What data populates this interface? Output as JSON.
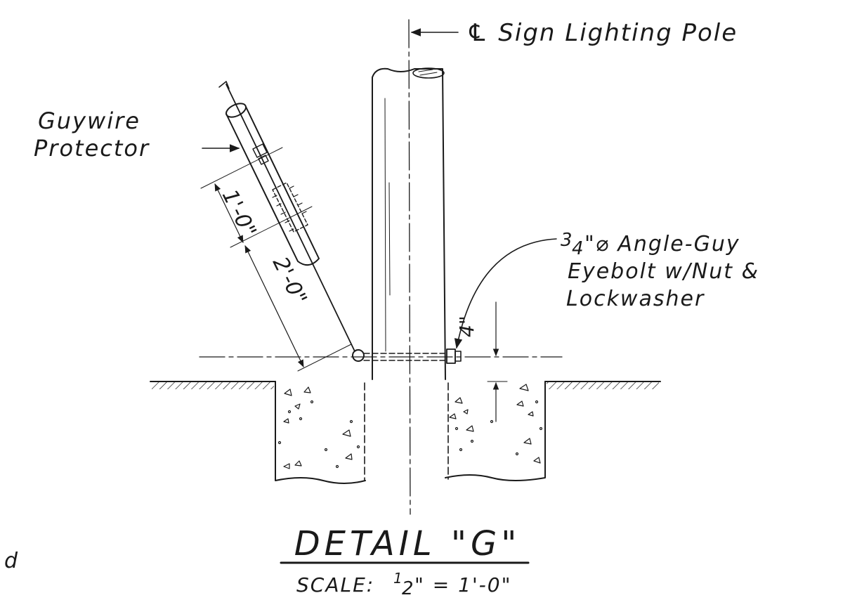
{
  "detail": {
    "title": "DETAIL \"G\"",
    "scale_prefix": "SCALE: ",
    "scale_num": "1",
    "scale_den": "2",
    "scale_rest": "\" = 1'-0\""
  },
  "labels": {
    "pole": "℄ Sign Lighting Pole",
    "protector_line1": "Guywire",
    "protector_line2": "Protector",
    "eyebolt_size_a": "3",
    "eyebolt_size_b": "4",
    "eyebolt_line1": "\"⌀ Angle-Guy",
    "eyebolt_line2": "Eyebolt w/Nut &",
    "eyebolt_line3": "Lockwasher",
    "edge_mark": "d"
  },
  "dimensions": {
    "protector_length": "1'-0\"",
    "protector_offset": "2'-0\"",
    "eyebolt_height": "4\""
  }
}
